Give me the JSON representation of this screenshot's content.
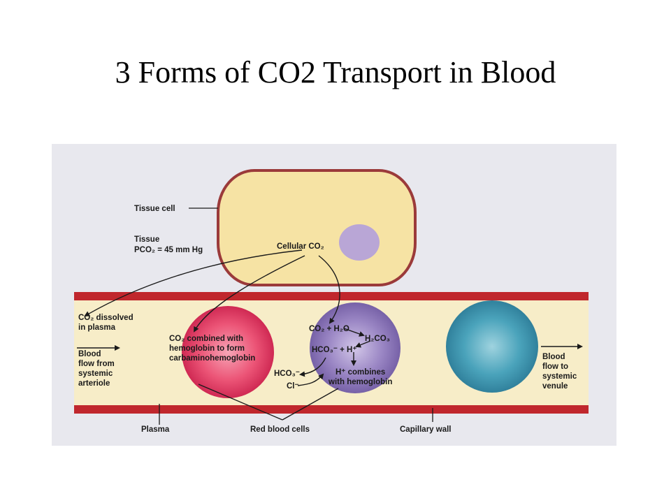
{
  "title": "3 Forms of CO2 Transport in Blood",
  "colors": {
    "background": "#e8e8ee",
    "tissue_cell": "#f6e3a4",
    "cell_outline": "#9b3a3a",
    "nucleus": "#b9a6d6",
    "capillary_wall": "#c0272d",
    "plasma": "#f7edc8",
    "rbc_red": "#e63b62",
    "rbc_purple": "#8d77b8",
    "rbc_blue": "#3f97b0"
  },
  "labels": {
    "tissue_cell": "Tissue cell",
    "tissue_pco2_line1": "Tissue",
    "tissue_pco2_line2": "PCO₂ = 45 mm Hg",
    "cellular_co2": "Cellular CO₂",
    "co2_dissolved_line1": "CO₂ dissolved",
    "co2_dissolved_line2": "in plasma",
    "blood_in_line1": "Blood",
    "blood_in_line2": "flow from",
    "blood_in_line3": "systemic",
    "blood_in_line4": "arteriole",
    "carbamino_line1": "CO₂ combined with",
    "carbamino_line2": "hemoglobin to form",
    "carbamino_line3": "carbaminohemoglobin",
    "eq_co2_h2o": "CO₂ + H₂O",
    "eq_h2co3": "H₂CO₃",
    "eq_hco3_h": "HCO₃⁻ + H⁺",
    "hco3_out": "HCO₃⁻",
    "cl_in": "Cl⁻",
    "h_combines_line1": "H⁺ combines",
    "h_combines_line2": "with hemoglobin",
    "blood_out_line1": "Blood",
    "blood_out_line2": "flow to",
    "blood_out_line3": "systemic",
    "blood_out_line4": "venule",
    "plasma": "Plasma",
    "red_blood_cells": "Red blood cells",
    "capillary_wall": "Capillary wall"
  }
}
